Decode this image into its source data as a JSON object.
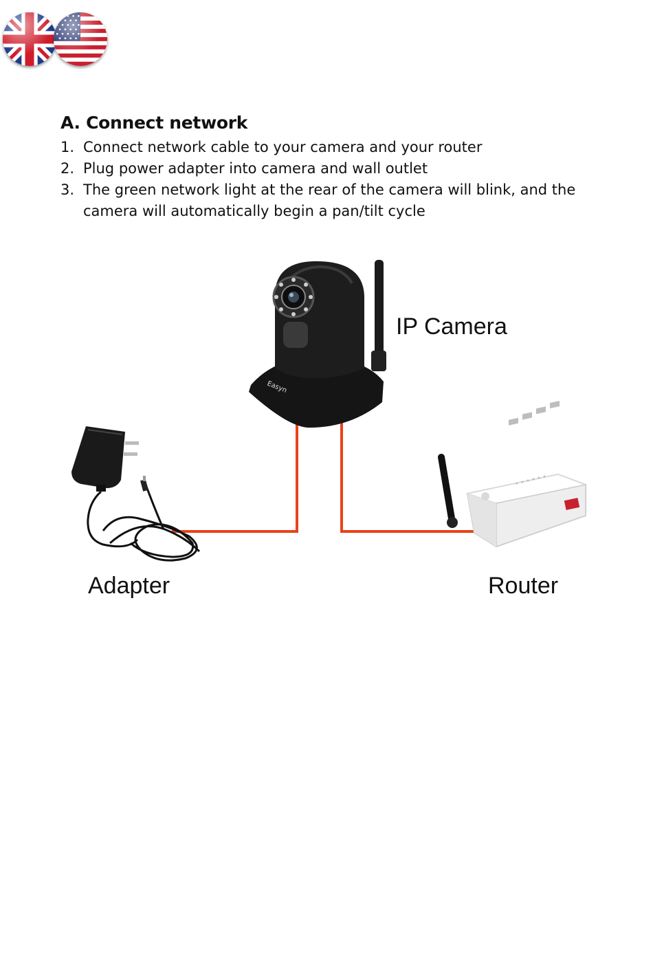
{
  "flags": [
    {
      "name": "uk-flag-icon"
    },
    {
      "name": "us-flag-icon"
    }
  ],
  "section": {
    "title": "A. Connect network",
    "steps": [
      {
        "num": "1.",
        "text": "Connect network cable to your camera and your router"
      },
      {
        "num": "2.",
        "text": "Plug power adapter into camera and wall outlet"
      },
      {
        "num": "3.",
        "text": "The green network light at the rear of the camera will blink, and the camera will automatically begin a pan/tilt cycle"
      }
    ]
  },
  "diagram": {
    "camera_label": "IP Camera",
    "adapter_label": "Adapter",
    "router_label": "Router",
    "camera_brand": "Easyn",
    "cable_color": "#e8431a"
  }
}
